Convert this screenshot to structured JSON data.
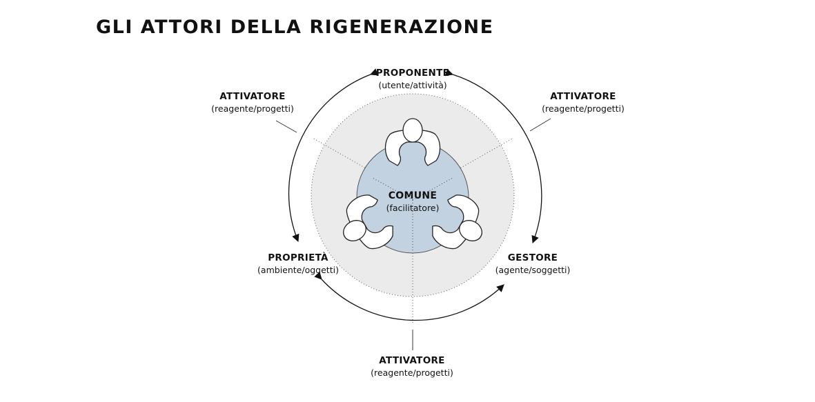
{
  "title": "GLI ATTORI DELLA RIGENERAZIONE",
  "colors": {
    "outer_disc": "#ebebeb",
    "inner_disc": "#c2d2e1",
    "stroke": "#111111",
    "figure_fill": "#ffffff"
  },
  "nodes": {
    "proponente": {
      "name": "PROPONENTE",
      "role": "(utente/attività)"
    },
    "gestore": {
      "name": "GESTORE",
      "role": "(agente/soggetti)"
    },
    "proprieta": {
      "name": "PROPRIETÀ",
      "role": "(ambiente/oggetti)"
    },
    "comune": {
      "name": "COMUNE",
      "role": "(facilitatore)"
    }
  },
  "activators": {
    "left": {
      "name": "ATTIVATORE",
      "role": "(reagente/progetti)"
    },
    "right": {
      "name": "ATTIVATORE",
      "role": "(reagente/progetti)"
    },
    "bottom": {
      "name": "ATTIVATORE",
      "role": "(reagente/progetti)"
    }
  },
  "icons": [
    "person-top-view-icon",
    "arrow-head-icon"
  ]
}
